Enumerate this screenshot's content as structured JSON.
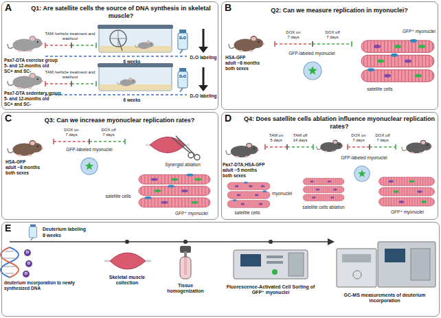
{
  "diagram": {
    "nodes": [
      {
        "text": [
          "A",
          "Q1: Are satellite cells the source of DNA synthesis in skeletal muscle?"
        ]
      },
      {
        "text": [
          "B",
          "Q2: Can we measure replication in myonuclei?"
        ]
      },
      {
        "text": [
          "C",
          "Q3: Can we increase myonuclear replication rates?"
        ]
      },
      {
        "text": [
          "D",
          "Q4: Does satellite cells ablation influence myonuclear replication rates?"
        ]
      },
      {
        "text": [
          "E"
        ]
      }
    ],
    "labels": [
      "Pax7-DTA exercise group",
      "5- and 12-months old",
      "SC+ and SC-",
      "TAM /vehicle treatment and washout",
      "D₂O",
      "D₂O labeling",
      "6 weeks",
      "Pax7-DTA sedentary group",
      "5- and 12-months old",
      "SC+ and SC-",
      "TAM /vehicle treatment and washout",
      "D₂O",
      "6 weeks",
      "D₂O labeling",
      "HSA-GFP",
      "adult ~8 months",
      "both sexes",
      "DOX on 7 days",
      "DOX off 7 days",
      "GFP-labeled myonuclei",
      "satellite cells",
      "GFP⁺ myonuclei",
      "HSA-GFP",
      "adult ~8 months",
      "both sexes",
      "DOX on 7 days",
      "DOX off 7 days",
      "GFP-labeled myonuclei",
      "Synergist ablation",
      "satellite cells",
      "GFP⁺ myonuclei",
      "Pax7-DTA;HSA-GFP",
      "adult ~5 months",
      "both sexes",
      "TAM on 5 days",
      "TAM off 14 days",
      "DOX on 7 days",
      "DOX off 7 days",
      "satellite cells",
      "myonuclei",
      "satellite cells ablation",
      "GFP-labeled myonuclei",
      "GFP⁺ myonuclei",
      "Deuterium labeling",
      "8 weeks",
      "D",
      "D",
      "D",
      "deuterium incorporation to newly synthesized DNA",
      "Skeletal muscle collection",
      "Tissue homogenization",
      "Fluorescence-Activated Cell Sorting of GFP⁺ myonuclei",
      "GC-MS measurements of deuterium incorporation"
    ]
  }
}
